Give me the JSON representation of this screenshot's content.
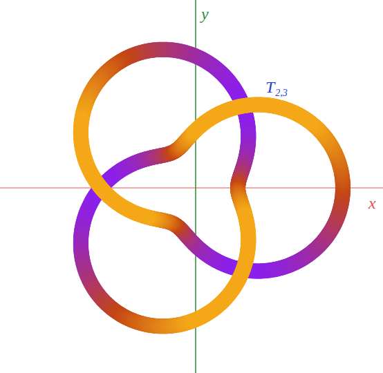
{
  "diagram": {
    "labels": [
      "y",
      "x",
      "T",
      "2,3"
    ]
  }
}
